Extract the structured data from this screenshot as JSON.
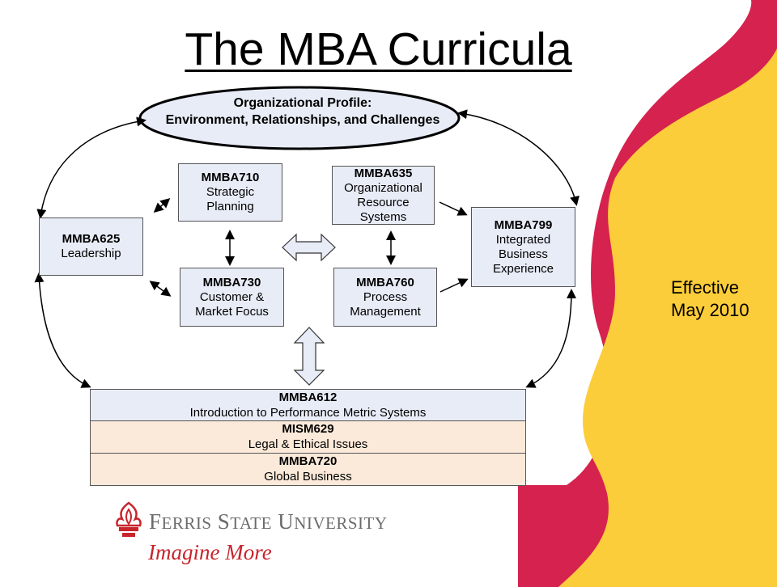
{
  "title": "The MBA Curricula",
  "profile": {
    "line1": "Organizational Profile:",
    "line2": "Environment, Relationships, and Challenges"
  },
  "courses": {
    "mmba625": {
      "code": "MMBA625",
      "desc": "Leadership"
    },
    "mmba710": {
      "code": "MMBA710",
      "desc": "Strategic\nPlanning"
    },
    "mmba730": {
      "code": "MMBA730",
      "desc": "Customer &\nMarket Focus"
    },
    "mmba635": {
      "code": "MMBA635",
      "desc": "Organizational\nResource\nSystems"
    },
    "mmba760": {
      "code": "MMBA760",
      "desc": "Process\nManagement"
    },
    "mmba799": {
      "code": "MMBA799",
      "desc": "Integrated\nBusiness\nExperience"
    }
  },
  "foundation": [
    {
      "code": "MMBA612",
      "desc": "Introduction to Performance Metric Systems"
    },
    {
      "code": "MISM629",
      "desc": "Legal & Ethical Issues"
    },
    {
      "code": "MMBA720",
      "desc": "Global Business"
    }
  ],
  "effective": {
    "line1": "Effective",
    "line2": "May 2010"
  },
  "university": {
    "name_first_letter_1": "F",
    "name_rest_1": "ERRIS",
    "name_first_letter_2": "S",
    "name_rest_2": "TATE",
    "name_first_letter_3": "U",
    "name_rest_3": "NIVERSITY",
    "tagline": "Imagine More"
  },
  "colors": {
    "box_fill": "#e8ecf7",
    "band_blue": "#e8ecf7",
    "band_peach": "#fbe9d9",
    "flame_red": "#d6224e",
    "flame_yellow": "#fccd3a",
    "brand_red": "#c8242c"
  }
}
